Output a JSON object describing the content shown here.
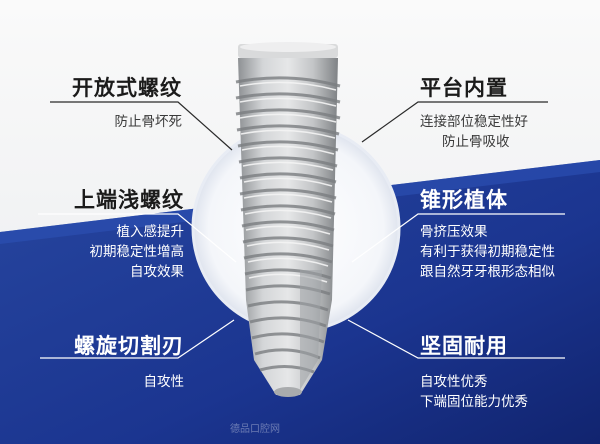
{
  "colors": {
    "top_background": "#f2f3f5",
    "blue_band": "#1e3a9e",
    "blue_dark": "#0d1f6b",
    "implant": "#c9cbcd"
  },
  "features": {
    "top_left": {
      "title": "开放式螺纹",
      "lines": [
        "防止骨坏死"
      ]
    },
    "top_right": {
      "title": "平台内置",
      "lines": [
        "连接部位稳定性好",
        "防止骨吸收"
      ]
    },
    "mid_left": {
      "title": "上端浅螺纹",
      "lines": [
        "植入感提升",
        "初期稳定性增高",
        "自攻效果"
      ]
    },
    "mid_right": {
      "title": "锥形植体",
      "lines": [
        "骨挤压效果",
        "有利于获得初期稳定性",
        "跟自然牙牙根形态相似"
      ]
    },
    "bottom_left": {
      "title": "螺旋切割刃",
      "lines": [
        "自攻性"
      ]
    },
    "bottom_right": {
      "title": "坚固耐用",
      "lines": [
        "自攻性优秀",
        "下端固位能力优秀"
      ]
    }
  },
  "watermark": {
    "text": "德品口腔网"
  }
}
